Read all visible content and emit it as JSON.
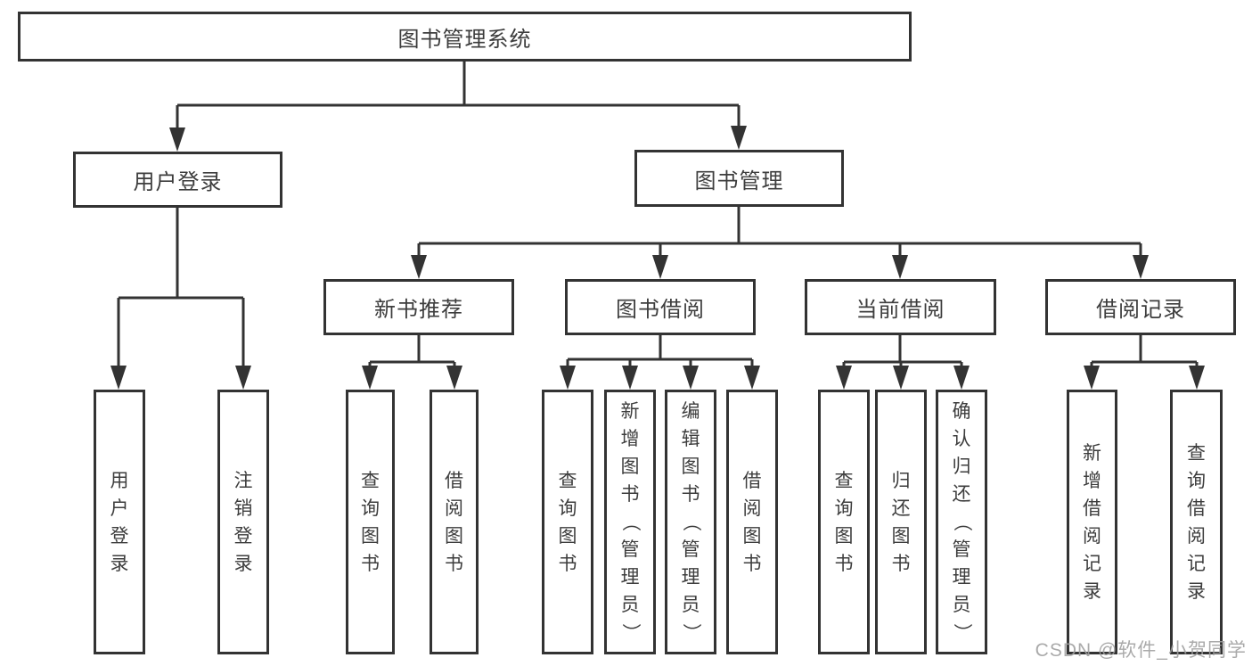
{
  "diagram": {
    "title": "图书管理系统",
    "watermark": "CSDN @软件_小贺同学",
    "colors": {
      "line": "#333333",
      "border": "#333333",
      "text": "#3d3d3d",
      "background": "#ffffff",
      "watermark": "#9e9e9e"
    },
    "nodes": {
      "root": "图书管理系统",
      "user_login_group": "用户登录",
      "book_mgmt_group": "图书管理",
      "new_books": "新书推荐",
      "book_borrow": "图书借阅",
      "current_borrow": "当前借阅",
      "borrow_records": "借阅记录",
      "leaves_user_login": [
        "用户登录",
        "注销登录"
      ],
      "leaves_new_books": [
        "查询图书",
        "借阅图书"
      ],
      "leaves_book_borrow": [
        "查询图书",
        "新增图书（管理员）",
        "编辑图书（管理员）",
        "借阅图书"
      ],
      "leaves_current_borrow": [
        "查询图书",
        "归还图书",
        "确认归还（管理员）"
      ],
      "leaves_borrow_records": [
        "新增借阅记录",
        "查询借阅记录"
      ]
    }
  }
}
